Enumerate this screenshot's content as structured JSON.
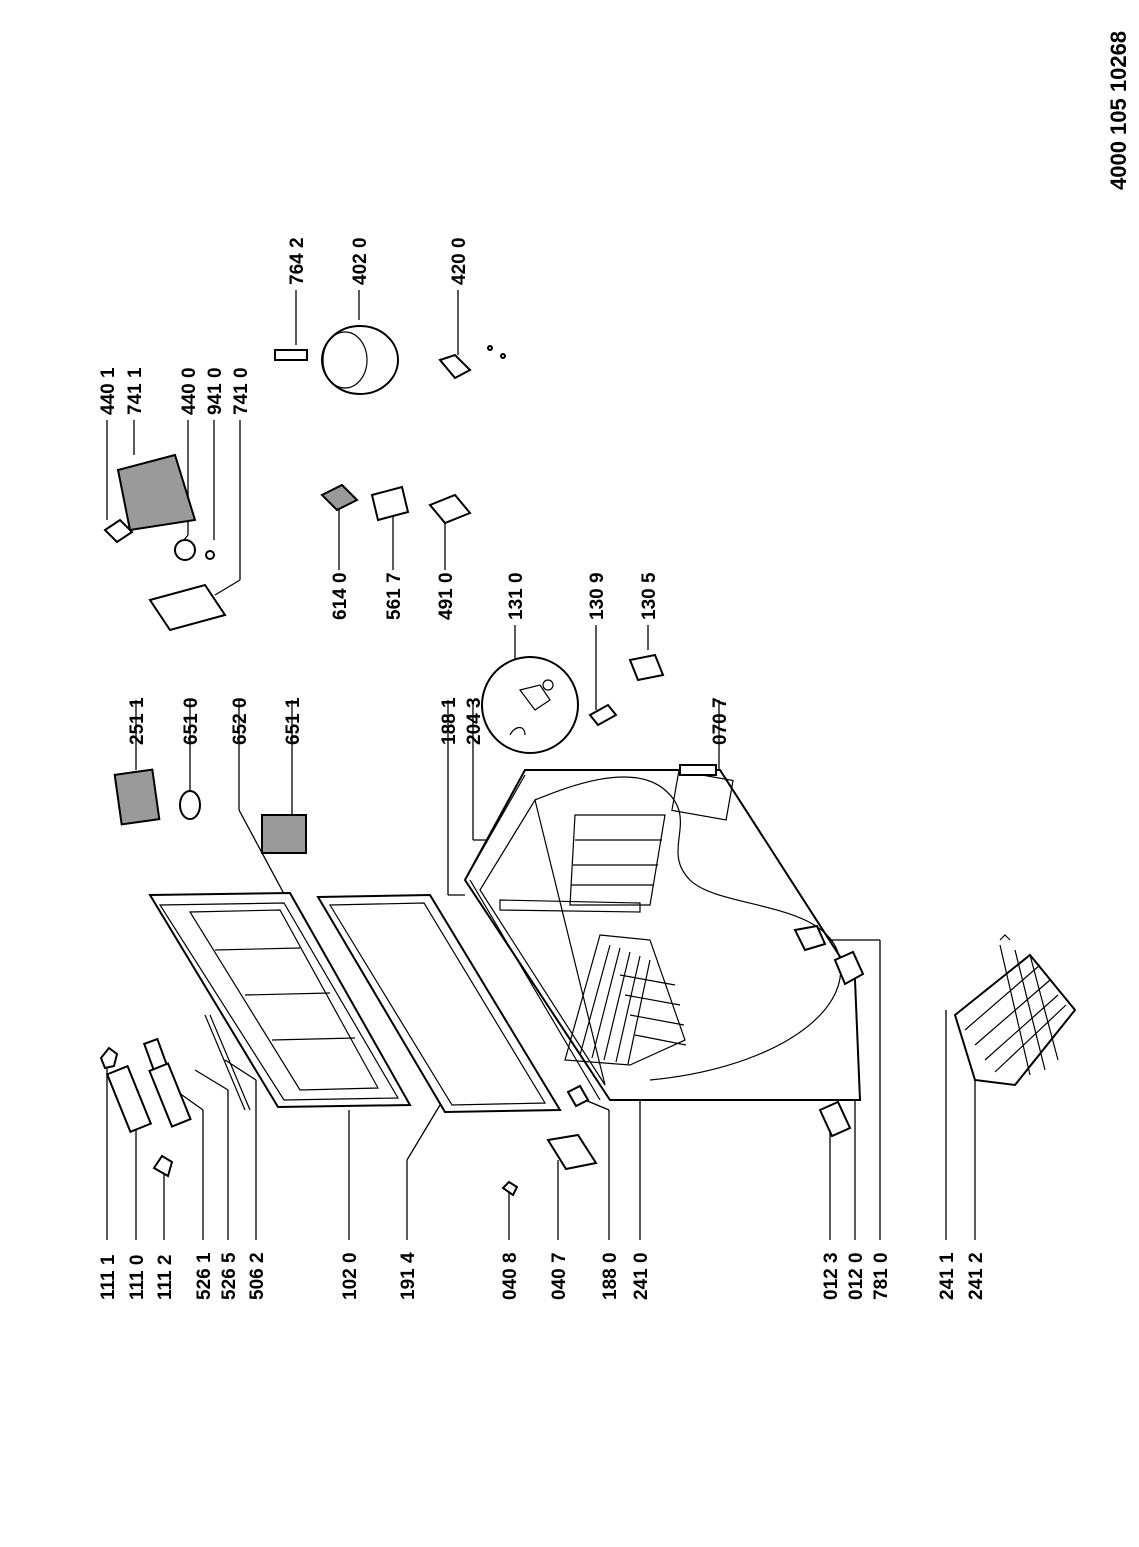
{
  "document_number": "4000 105 10268",
  "labels": {
    "p1111": "111 1",
    "p1110": "111 0",
    "p1112": "111 2",
    "p5261": "526 1",
    "p5265": "526 5",
    "p5062": "506 2",
    "p1020": "102 0",
    "p1914": "191 4",
    "p0408": "040 8",
    "p0407": "040 7",
    "p1880": "188 0",
    "p2410": "241 0",
    "p0123": "012 3",
    "p0120": "012 0",
    "p7810": "781 0",
    "p2411": "241 1",
    "p2412": "241 2",
    "p2511": "251 1",
    "p6510": "651 0",
    "p6520": "652 0",
    "p6511": "651 1",
    "p1881": "188 1",
    "p2043": "204 3",
    "p0707": "070 7",
    "p1310": "131 0",
    "p1309": "130 9",
    "p1305": "130 5",
    "p6140": "614 0",
    "p5617": "561 7",
    "p4910": "491 0",
    "p4401": "440 1",
    "p7411": "741 1",
    "p4400": "440 0",
    "p9410": "941 0",
    "p7410": "741 0",
    "p7642": "764 2",
    "p4020": "402 0",
    "p4200": "420 0"
  }
}
